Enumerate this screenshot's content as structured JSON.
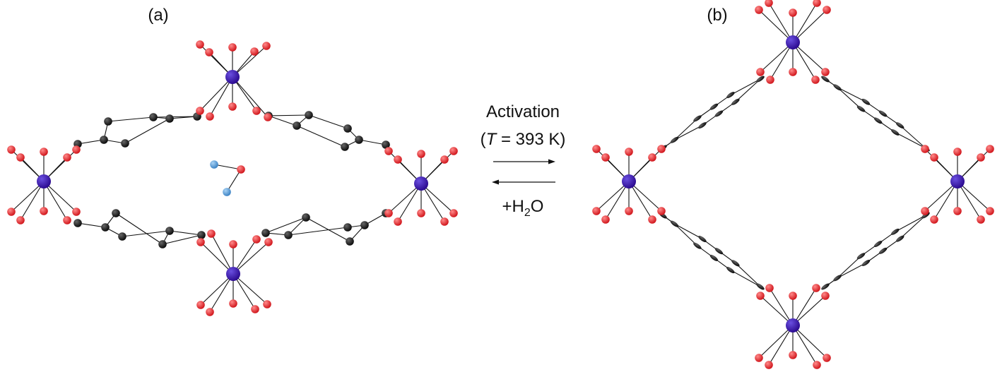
{
  "panel_a": {
    "label": "(a)"
  },
  "panel_b": {
    "label": "(b)"
  },
  "reaction": {
    "forward_label": "Activation",
    "condition_open": "(",
    "condition_symbol": "T",
    "condition_value": " = 393 K)",
    "reverse_prefix": "+H",
    "reverse_subscript": "2",
    "reverse_suffix": "O"
  },
  "atom_colors": {
    "metal": "#2b0a8f",
    "metal_highlight": "#6a4fe0",
    "oxygen": "#d0141a",
    "oxygen_highlight": "#ff8a8a",
    "carbon": "#0a0a0a",
    "carbon_highlight": "#666666",
    "water_h": "#3b82c4",
    "water_h_highlight": "#a9d3f5",
    "water_o": "#d0141a"
  }
}
